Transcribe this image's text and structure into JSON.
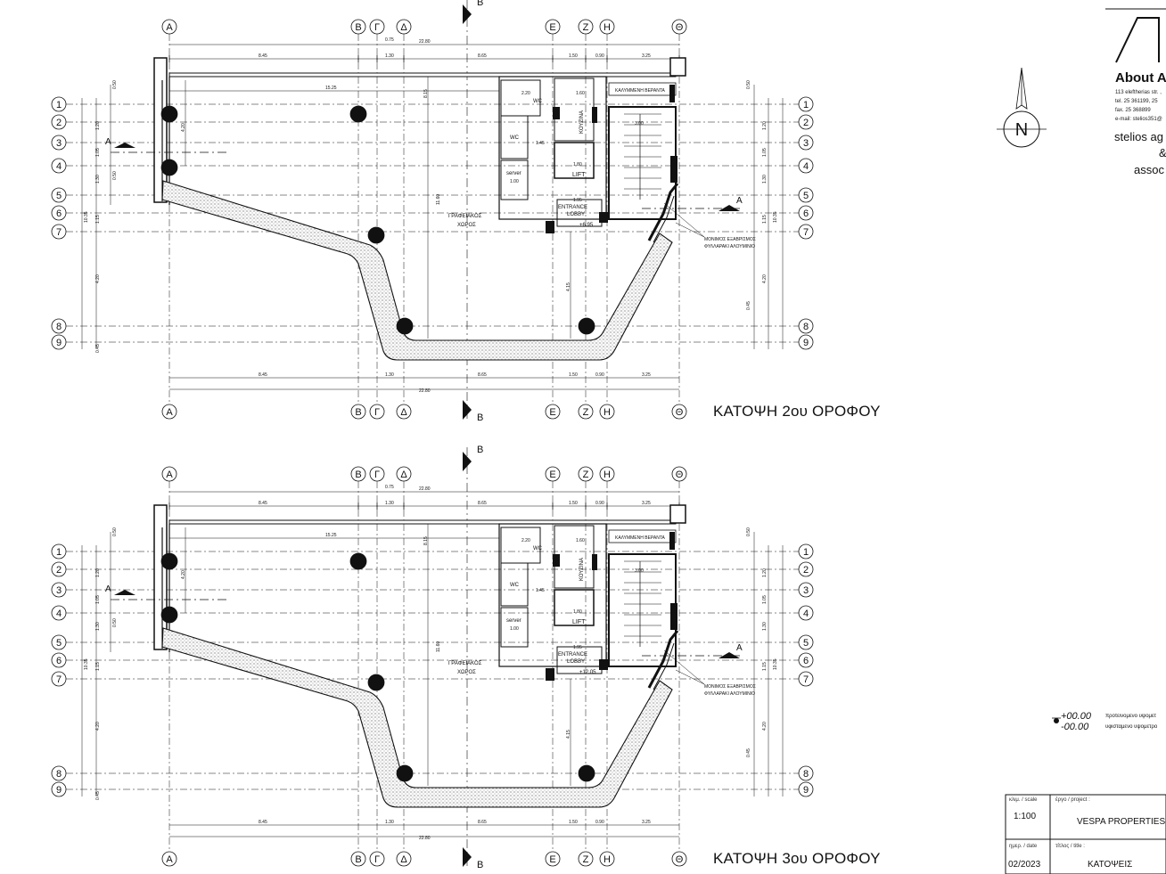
{
  "plans": [
    {
      "title": "ΚΑΤΟΨΗ 2ου ΟΡΟΦΟΥ",
      "level": "+6.95"
    },
    {
      "title": "ΚΑΤΟΨΗ 3ου ΟΡΟΦΟΥ",
      "level": "+12.05"
    }
  ],
  "grid": {
    "col_labels": [
      "Α",
      "Β",
      "Γ",
      "Δ",
      "Ε",
      "Ζ",
      "Η",
      "Θ"
    ],
    "row_labels": [
      "1",
      "2",
      "3",
      "4",
      "5",
      "6",
      "7",
      "8",
      "9"
    ],
    "section_b": "Β",
    "section_a": "A"
  },
  "dimensions": {
    "top_row1": [
      "0.75"
    ],
    "top_total": "22.80",
    "top_row2": [
      "8.45",
      "1.30",
      "8.65",
      "1.50",
      "0.90",
      "3.25"
    ],
    "inner_width": "15.25",
    "left_col_outer": [
      "0.50",
      "1.20",
      "1.05",
      "1.30",
      "0.50"
    ],
    "left_col_total": "10.35",
    "left_col_parts": [
      "1.15",
      "4.20",
      "0.45"
    ],
    "right_col_outer": [
      "0.50",
      "1.20",
      "1.05",
      "1.30"
    ],
    "right_col_total": "10.35",
    "right_col_parts": [
      "1.15",
      "4.20",
      "0.45"
    ],
    "inner_heights": [
      "4.20",
      "8.15",
      "11.60",
      "4.15"
    ],
    "room_dims": [
      "2.20",
      "1.60",
      "1.45",
      "1.80",
      "1.00",
      "1.95",
      "0.95",
      "3.00",
      "1.65"
    ]
  },
  "rooms": {
    "wc1": "WC",
    "wc2": "WC",
    "server": "server",
    "lift": "LIFT",
    "kitchen": "ΚΟΥΖΙΝΑ",
    "entrance": "ENTRANCE",
    "lobby": "LOBBY",
    "office": "ΓΡΑΦΕΙΑΚΟΣ",
    "office2": "ΧΩΡΟΣ",
    "veranda": "ΚΑΛΥΜΜΕΝΗ ΒΕΡΑΝΤΑ",
    "note1": "ΜΟΝΙΜΟΣ ΕΞΑΒΡΙΣΜΟΣ",
    "note2": "ΦΥΛΛΑΡΑΚΙ ΑΛΟΥΜΙΝΙΟ"
  },
  "north": "N",
  "firm": {
    "name": "About A",
    "address": "113 eleftherias str. ,",
    "tel": "tel. 25 361199, 25",
    "fax": "fax. 25 368899",
    "email": "e-mail: stelios351@",
    "line1": "stelios ag",
    "line2": "&",
    "line3": "assoc"
  },
  "legend": {
    "proposed_sym": "+00.00",
    "proposed_txt": "προτεινομενο υψομετ",
    "existing_sym": "-00.00",
    "existing_txt": "υφισταμενο υψομετρο"
  },
  "titleblock": {
    "scale_label": "κλιμ. / scale",
    "scale": "1:100",
    "project_label": "έργο / project :",
    "project": "VESPA PROPERTIES",
    "date_label": "ημερ. / date",
    "date": "02/2023",
    "title_label": "τίτλος / title :",
    "title": "ΚΑΤΟΨΕΙΣ"
  },
  "colors": {
    "line": "#111111",
    "hatch": "#555555",
    "background": "#ffffff"
  }
}
